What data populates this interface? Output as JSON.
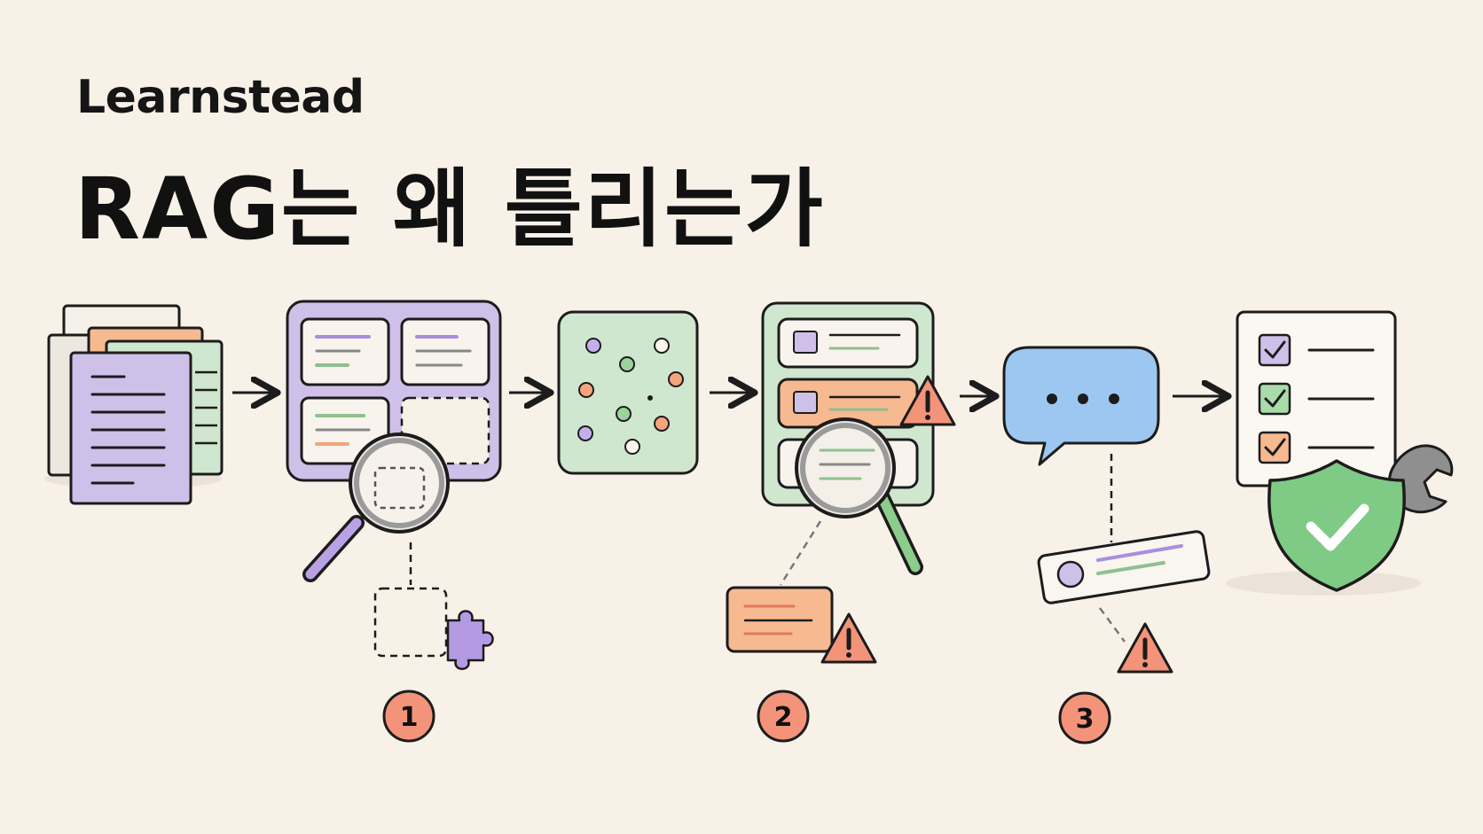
{
  "header": {
    "brand": "Learnstead",
    "title": "RAG는 왜 틀리는가"
  },
  "pipeline": {
    "stages": [
      {
        "icon": "documents-icon"
      },
      {
        "icon": "chunking-grid-icon"
      },
      {
        "icon": "vector-embedding-icon"
      },
      {
        "icon": "retrieval-results-icon"
      },
      {
        "icon": "llm-response-bubble-icon"
      },
      {
        "icon": "checklist-icon"
      }
    ],
    "failure_markers": [
      "1",
      "2",
      "3"
    ]
  },
  "colors": {
    "background": "#f8f1e8",
    "purple": "#cfc0ea",
    "green": "#cfe6cf",
    "orange": "#f6b990",
    "blue": "#9cc7f1",
    "warning": "#f3947a",
    "ink": "#1c1c1c"
  }
}
